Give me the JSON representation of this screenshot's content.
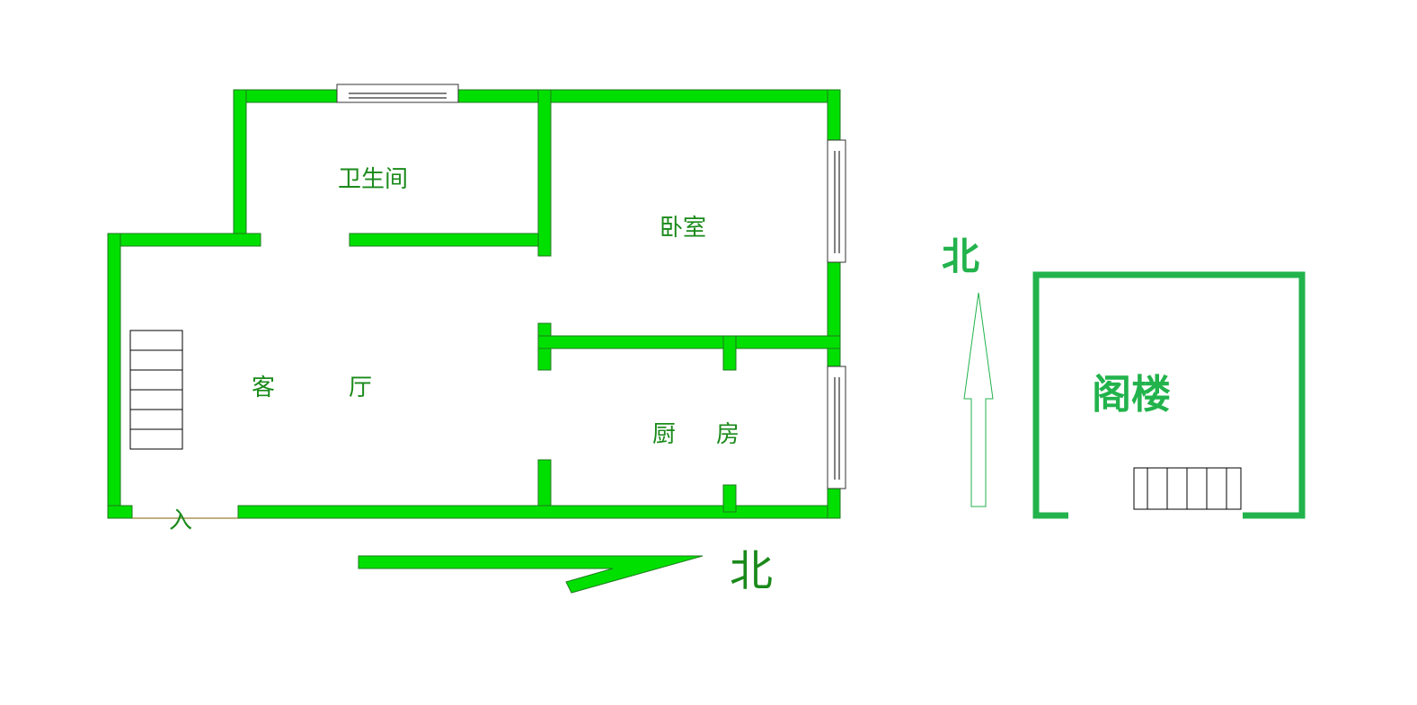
{
  "colors": {
    "wall": "#00e000",
    "label": "#1a8a1a",
    "attic": "#22b34c"
  },
  "rooms": {
    "bathroom": "卫生间",
    "bedroom": "卧室",
    "living_left": "客",
    "living_right": "厅",
    "kitchen_left": "厨",
    "kitchen_right": "房",
    "entrance": "入"
  },
  "north_arrow_horizontal": {
    "label": "北"
  },
  "north_arrow_vertical": {
    "label": "北"
  },
  "attic": {
    "label": "阁楼"
  }
}
